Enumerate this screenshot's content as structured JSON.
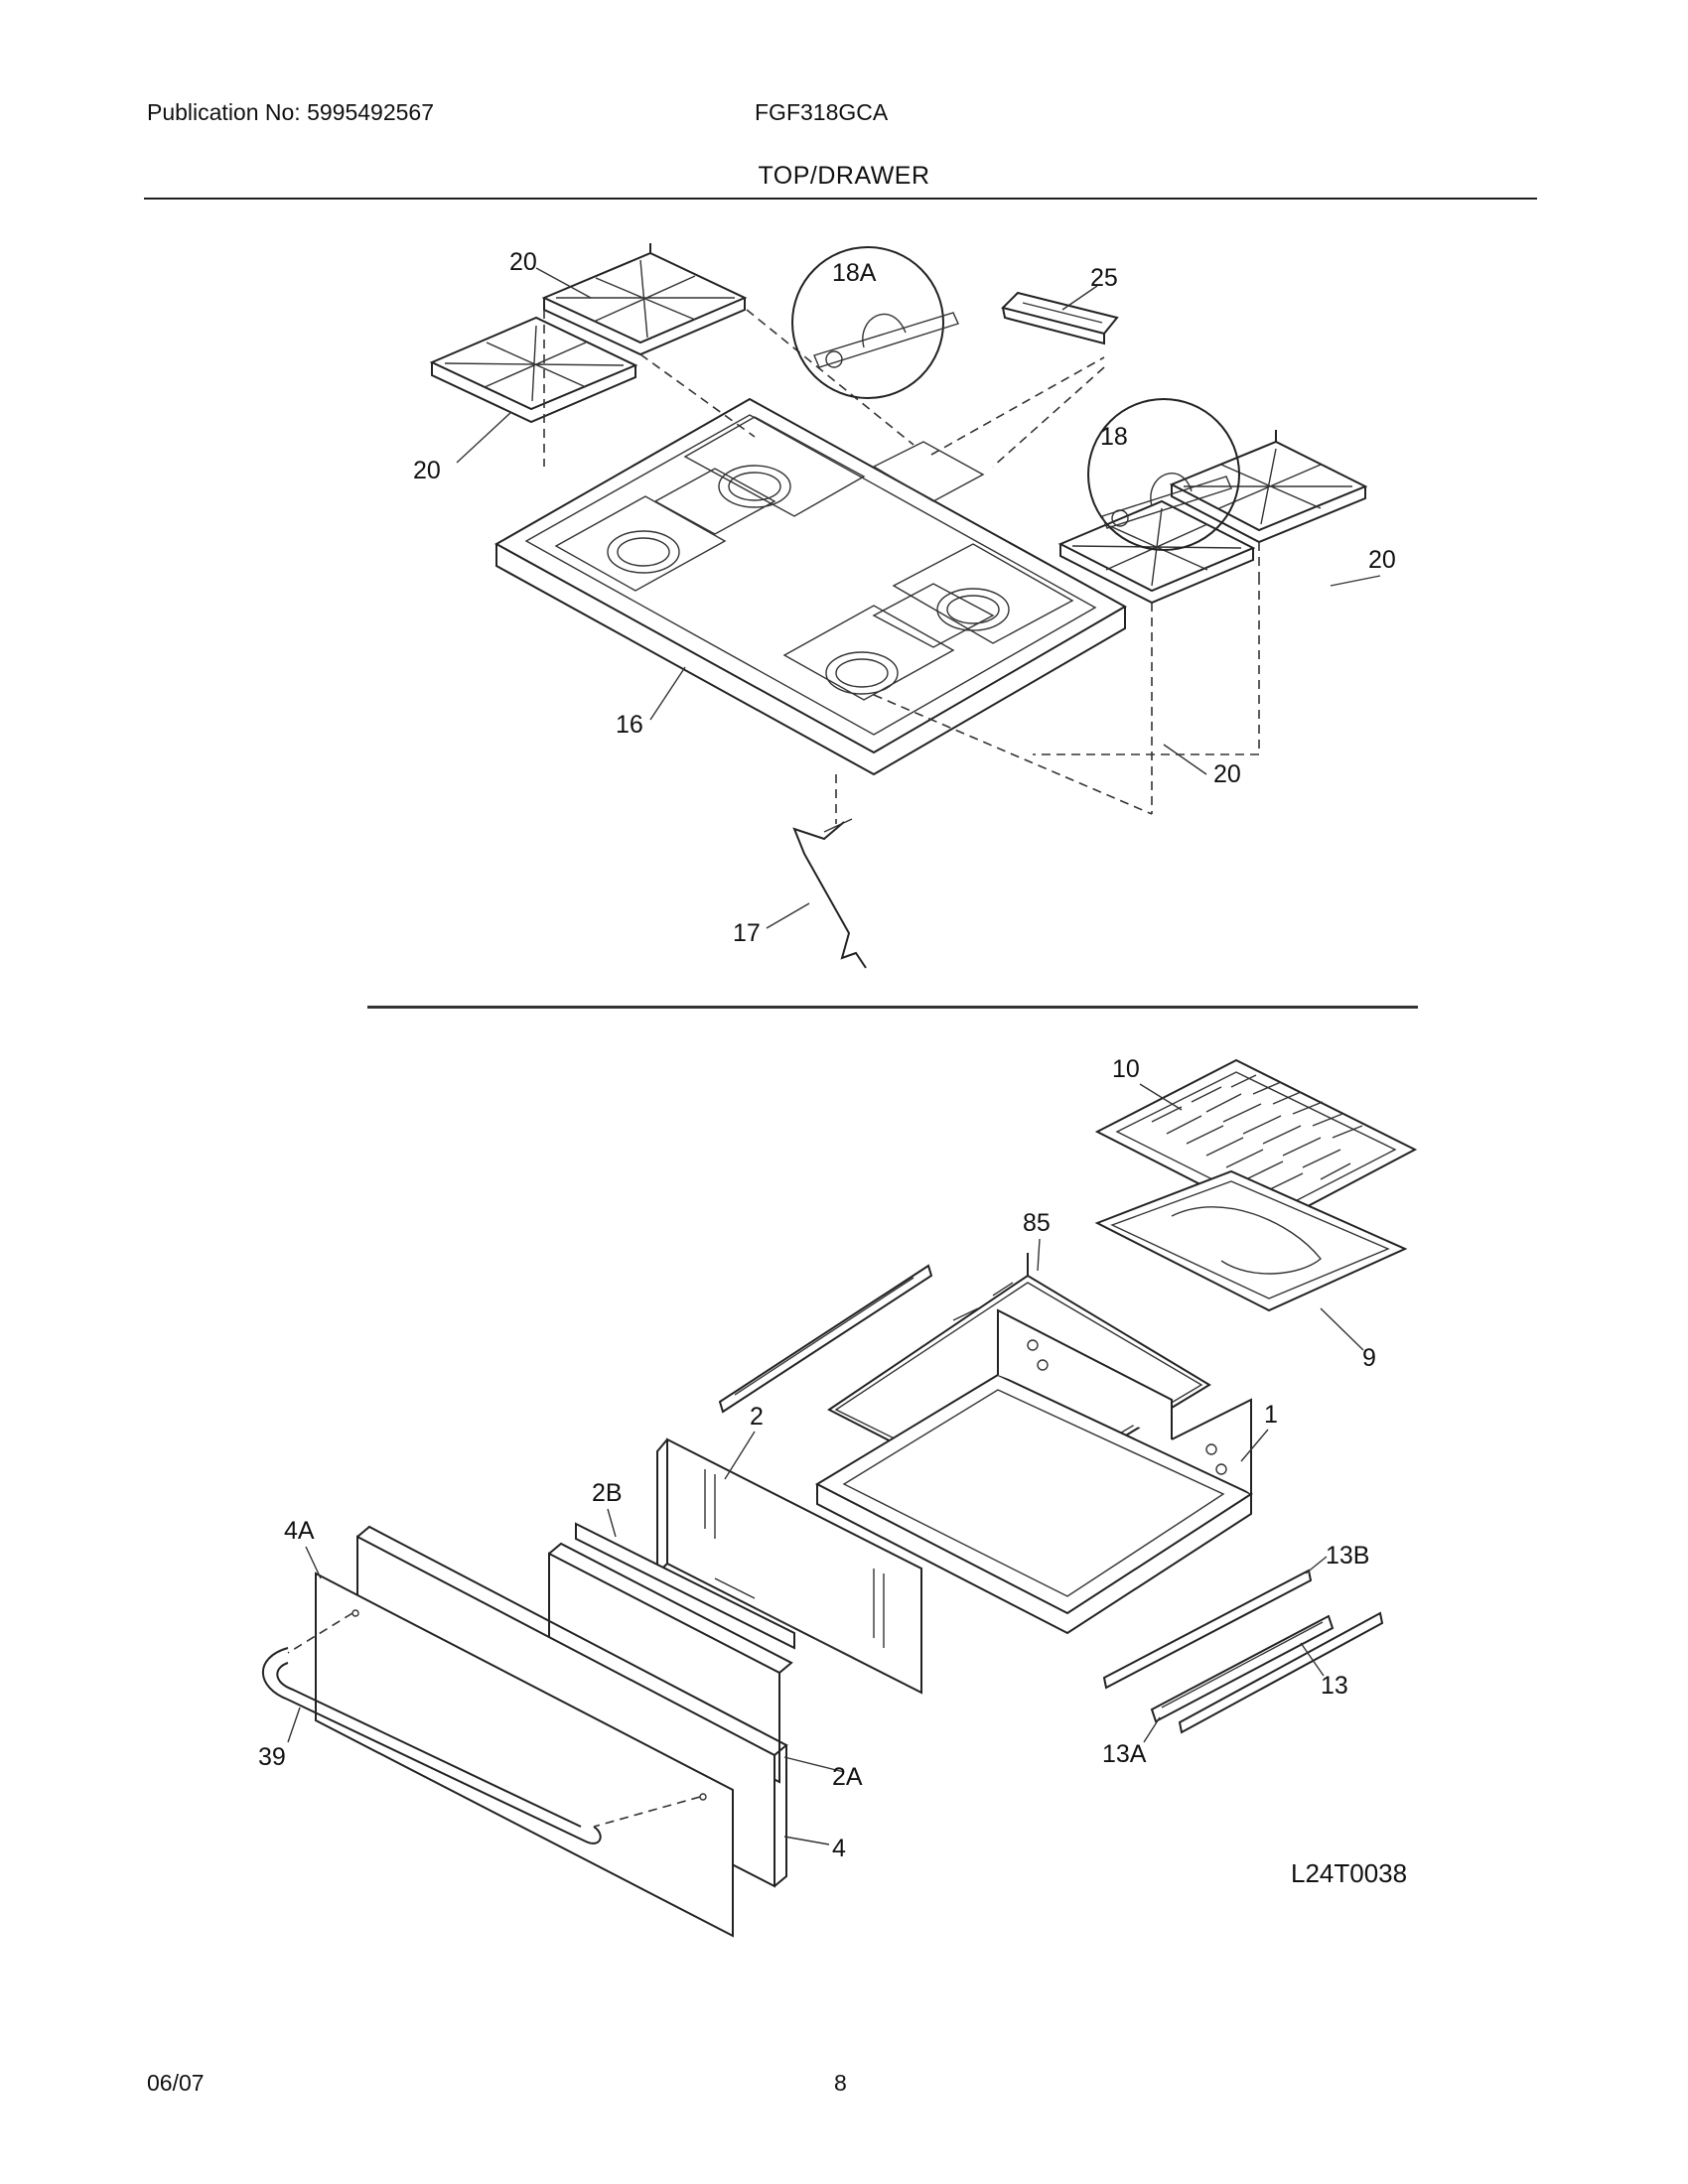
{
  "header": {
    "publication": "Publication No: 5995492567",
    "model": "FGF318GCA",
    "section_title": "TOP/DRAWER"
  },
  "callouts": {
    "c20a": "20",
    "c18a": "18A",
    "c25": "25",
    "c20b": "20",
    "c18": "18",
    "c20c": "20",
    "c16": "16",
    "c20d": "20",
    "c17": "17",
    "c10": "10",
    "c85": "85",
    "c9": "9",
    "c2": "2",
    "c1": "1",
    "c2b": "2B",
    "c4a": "4A",
    "c13b": "13B",
    "c13": "13",
    "c13a": "13A",
    "c39": "39",
    "c2a": "2A",
    "c4": "4"
  },
  "diagram_code": "L24T0038",
  "footer": {
    "date": "06/07",
    "page": "8"
  }
}
